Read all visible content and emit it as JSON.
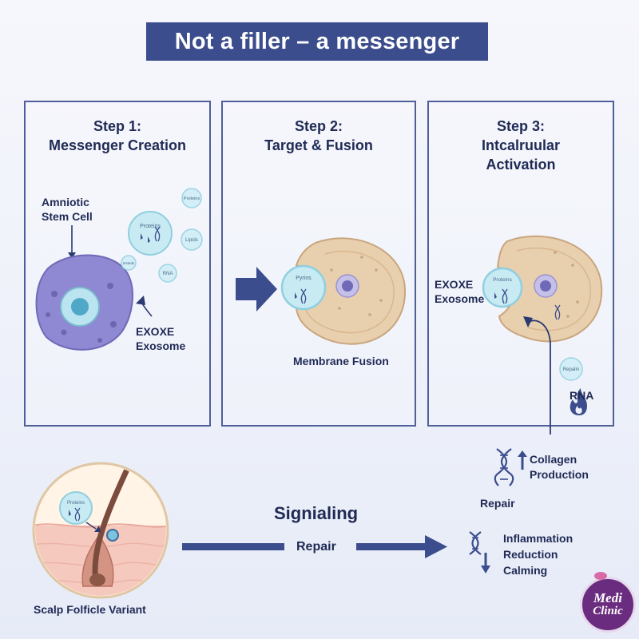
{
  "title": "Not a filler – a messenger",
  "step1": {
    "title_line1": "Step 1:",
    "title_line2": "Messenger Creation",
    "stem_cell_line1": "Amniotic",
    "stem_cell_line2": "Stem Cell",
    "exoxe": "EXOXE",
    "exosome": "Exosome",
    "bubble_proteins": "Proteins",
    "bubble_proteins_small": "Proteins",
    "bubble_lipids": "Lipids",
    "bubble_rna": "RNA",
    "bubble_tiny": "Insteds"
  },
  "step2": {
    "title_line1": "Step 2:",
    "title_line2": "Target & Fusion",
    "fusion_label": "Membrane Fusion",
    "bubble_text": "Pyrins"
  },
  "step3": {
    "title_line1": "Step 3:",
    "title_line2": "Intcalruular",
    "title_line3": "Activation",
    "exoxe": "EXOXE",
    "exosome": "Exosome",
    "bubble_text": "Proteins",
    "repair_bubble": "Repalin",
    "rna": "RNA"
  },
  "bottom": {
    "follicle_label": "Scalp Folficle Variant",
    "follicle_bubble": "Proteins",
    "signaling": "Signialing",
    "repair_arrow": "Repair",
    "collagen_line1": "Collagen",
    "collagen_line2": "Production",
    "repair": "Repair",
    "inflam_line1": "Inflammation",
    "inflam_line2": "Reduction",
    "inflam_line3": "Calming"
  },
  "logo": {
    "line1": "Medi",
    "line2": "Clinic"
  },
  "colors": {
    "navy": "#3b4d8c",
    "text": "#1f2a55",
    "stem_cell": "#8e89d2",
    "target_cell": "#e8cfae",
    "exosome": "#bfe6f0",
    "logo_purple": "#6a2c7e"
  }
}
